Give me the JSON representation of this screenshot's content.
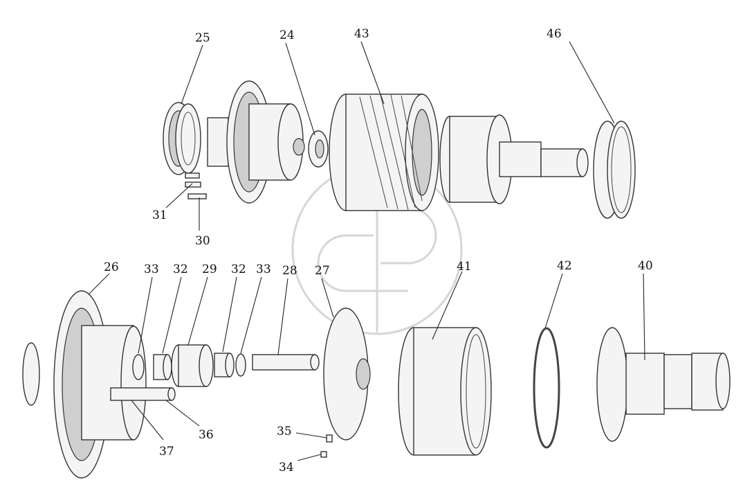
{
  "callouts": [
    {
      "id": "c25",
      "text": "25"
    },
    {
      "id": "c24",
      "text": "24"
    },
    {
      "id": "c43",
      "text": "43"
    },
    {
      "id": "c46",
      "text": "46"
    },
    {
      "id": "c31",
      "text": "31"
    },
    {
      "id": "c30",
      "text": "30"
    },
    {
      "id": "c26",
      "text": "26"
    },
    {
      "id": "c33a",
      "text": "33"
    },
    {
      "id": "c32a",
      "text": "32"
    },
    {
      "id": "c29",
      "text": "29"
    },
    {
      "id": "c32b",
      "text": "32"
    },
    {
      "id": "c33b",
      "text": "33"
    },
    {
      "id": "c28",
      "text": "28"
    },
    {
      "id": "c27",
      "text": "27"
    },
    {
      "id": "c41",
      "text": "41"
    },
    {
      "id": "c42",
      "text": "42"
    },
    {
      "id": "c40",
      "text": "40"
    },
    {
      "id": "c36",
      "text": "36"
    },
    {
      "id": "c37",
      "text": "37"
    },
    {
      "id": "c35",
      "text": "35"
    },
    {
      "id": "c34",
      "text": "34"
    }
  ]
}
